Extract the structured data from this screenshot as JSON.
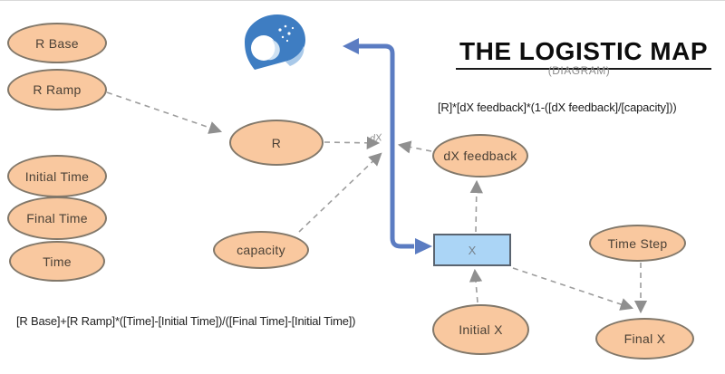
{
  "title": {
    "text": "THE LOGISTIC MAP",
    "subtitle": "(DIAGRAM)"
  },
  "formulas": {
    "dx_flow_equation": "[R]*[dX feedback]*(1-([dX feedback]/[capacity]))",
    "r_equation": "[R Base]+[R Ramp]*([Time]-[Initial Time])/([Final Time]-[Initial Time])"
  },
  "nodes": {
    "r_base": {
      "label": "R Base",
      "type": "variable"
    },
    "r_ramp": {
      "label": "R Ramp",
      "type": "variable"
    },
    "initial_time": {
      "label": "Initial Time",
      "type": "variable"
    },
    "final_time": {
      "label": "Final Time",
      "type": "variable"
    },
    "time": {
      "label": "Time",
      "type": "variable"
    },
    "r": {
      "label": "R",
      "type": "variable"
    },
    "capacity": {
      "label": "capacity",
      "type": "variable"
    },
    "dx_feedback": {
      "label": "dX feedback",
      "type": "variable"
    },
    "x_stock": {
      "label": "X",
      "type": "stock"
    },
    "initial_x": {
      "label": "Initial X",
      "type": "variable"
    },
    "time_step": {
      "label": "Time Step",
      "type": "variable"
    },
    "final_x": {
      "label": "Final X",
      "type": "variable"
    },
    "dx_flow": {
      "label": "dX",
      "type": "flow"
    }
  },
  "connections": [
    {
      "from": "R Ramp",
      "to": "R"
    },
    {
      "from": "R",
      "to": "dX"
    },
    {
      "from": "dX feedback",
      "to": "dX"
    },
    {
      "from": "capacity",
      "to": "dX"
    },
    {
      "from": "X",
      "to": "dX feedback"
    },
    {
      "from": "Initial X",
      "to": "X"
    },
    {
      "from": "X",
      "to": "Final X"
    },
    {
      "from": "Time Step",
      "to": "Final X"
    },
    {
      "from": "dX",
      "to": "X",
      "kind": "flow-pipe"
    }
  ],
  "icons": {
    "logo": "moon-stars-logo"
  },
  "colors": {
    "variable_fill": "#f9c89f",
    "variable_border": "#82786a",
    "stock_fill": "#abd5f6",
    "stock_border": "#5a6470",
    "flow_pipe": "#5b7cc2",
    "connector": "#9d9d9d",
    "logo_blue": "#3e7dc2"
  }
}
